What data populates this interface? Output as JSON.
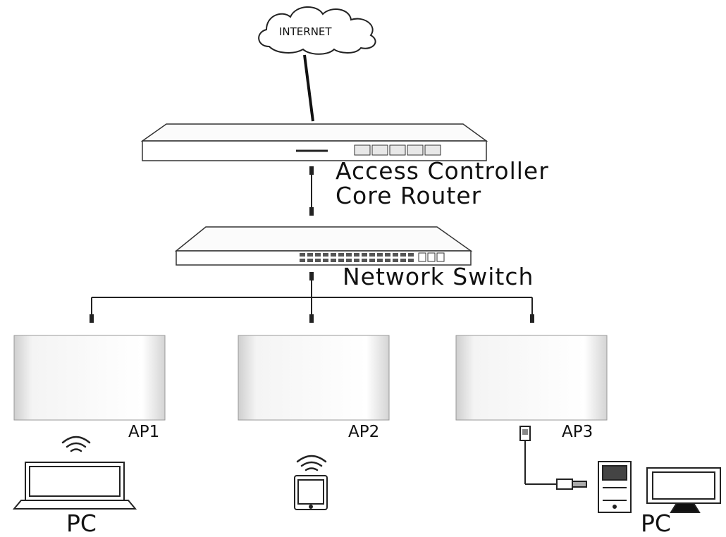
{
  "cloud": {
    "label": "INTERNET"
  },
  "router": {
    "label_line1": "Access Controller",
    "label_line2": "Core Router"
  },
  "switch": {
    "label": "Network Switch"
  },
  "access_points": [
    {
      "label": "AP1"
    },
    {
      "label": "AP2"
    },
    {
      "label": "AP3"
    }
  ],
  "clients": [
    {
      "label": "PC"
    },
    {
      "label": ""
    },
    {
      "label": "PC"
    }
  ]
}
